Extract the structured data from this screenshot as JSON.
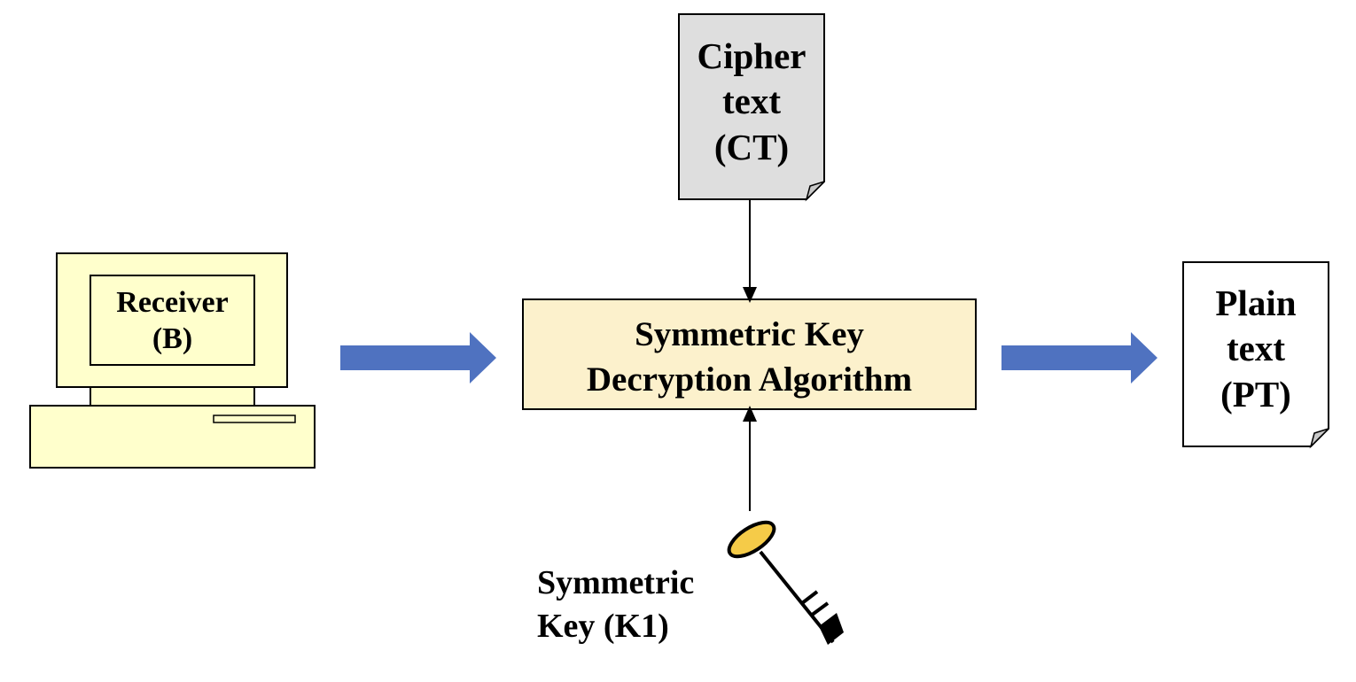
{
  "colors": {
    "terminal_fill": "#FFFFCC",
    "algorithm_fill": "#FCF1CC",
    "ciphertext_fill": "#DEDEDE",
    "plaintext_fill": "#FFFFFF",
    "arrow_blue": "#4F72C0",
    "key_bow": "#F5CB48",
    "stroke": "#000000"
  },
  "receiver": {
    "line1": "Receiver",
    "line2": "(B)"
  },
  "algorithm": {
    "line1": "Symmetric Key",
    "line2": "Decryption Algorithm"
  },
  "ciphertext": {
    "line1": "Cipher",
    "line2": "text",
    "line3": "(CT)"
  },
  "plaintext": {
    "line1": "Plain",
    "line2": "text",
    "line3": "(PT)"
  },
  "key": {
    "line1": "Symmetric",
    "line2": "Key (K1)",
    "icon": "key-icon"
  }
}
